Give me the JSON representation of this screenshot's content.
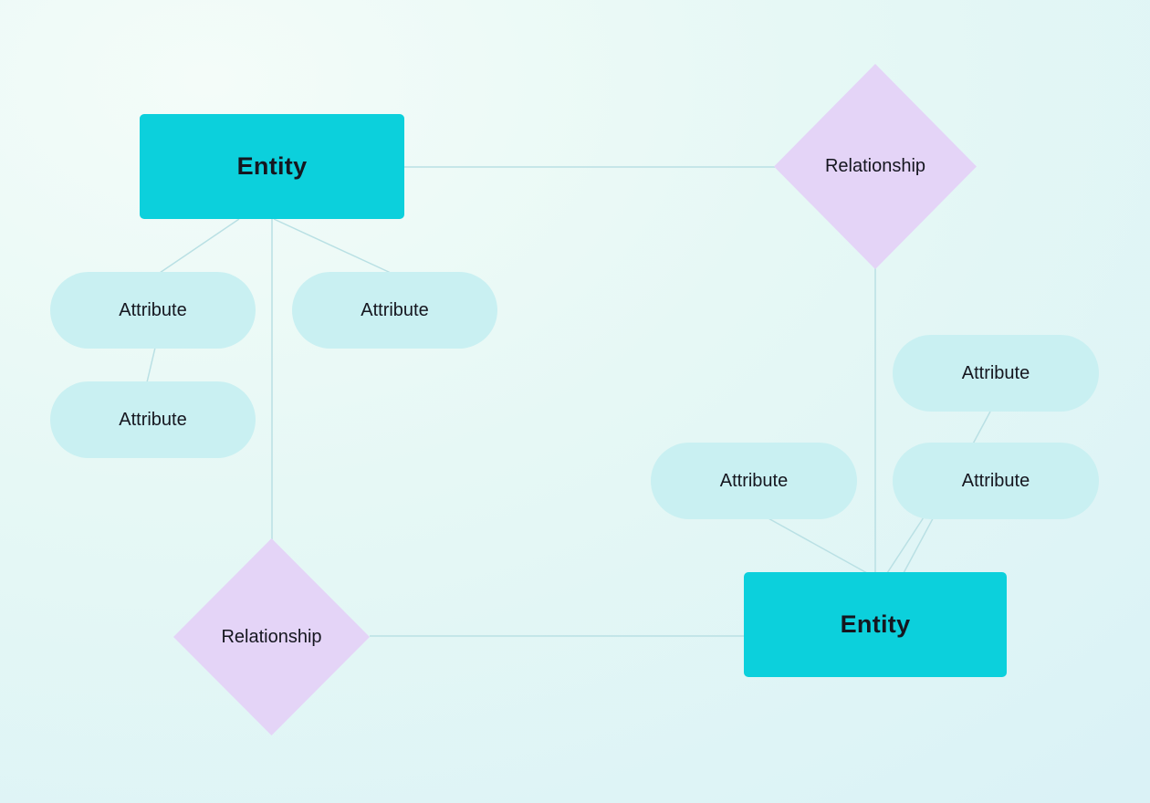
{
  "colors": {
    "entity_fill": "#0cd0dc",
    "relationship_fill": "#e4d4f7",
    "attribute_fill": "#c9f0f2",
    "connector_stroke": "#b9e0e4",
    "label_text": "#15161f"
  },
  "nodes": {
    "entity_top_left": {
      "label": "Entity"
    },
    "relationship_top_right": {
      "label": "Relationship"
    },
    "attribute_left_1": {
      "label": "Attribute"
    },
    "attribute_left_2": {
      "label": "Attribute"
    },
    "attribute_left_3": {
      "label": "Attribute"
    },
    "relationship_bottom_left": {
      "label": "Relationship"
    },
    "attribute_right_1": {
      "label": "Attribute"
    },
    "attribute_right_2": {
      "label": "Attribute"
    },
    "attribute_right_3": {
      "label": "Attribute"
    },
    "entity_bottom_right": {
      "label": "Entity"
    }
  }
}
